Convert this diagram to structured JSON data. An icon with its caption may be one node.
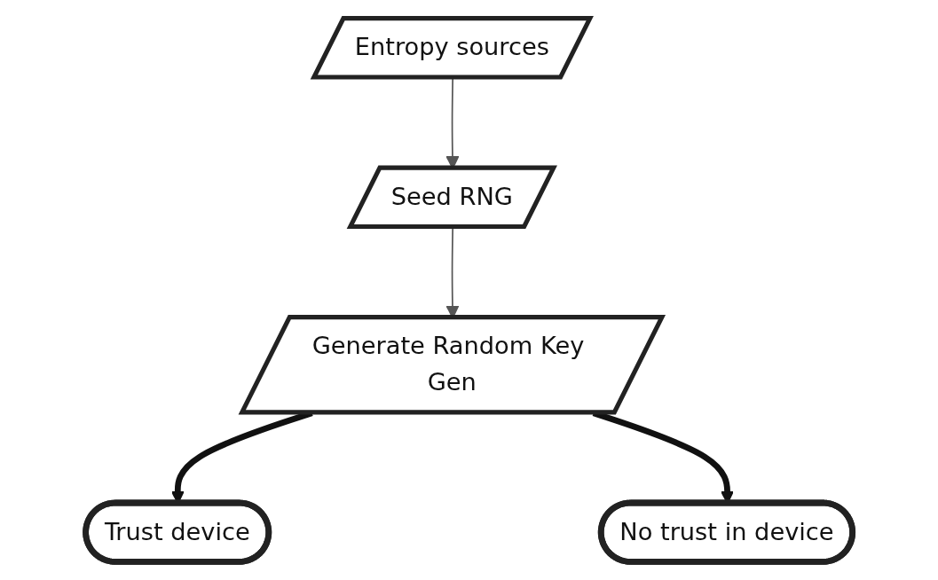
{
  "diagram": {
    "nodes": [
      {
        "text": [
          "Entropy sources"
        ]
      },
      {
        "text": [
          "Seed RNG"
        ]
      },
      {
        "text": [
          "Generate Random Key Gen"
        ]
      },
      {
        "text": [
          "Trust device"
        ]
      },
      {
        "text": [
          "No trust in device"
        ]
      }
    ],
    "edges": [
      {
        "from": 0,
        "to": 1,
        "arrow": "to"
      },
      {
        "from": 1,
        "to": 2,
        "arrow": "to"
      },
      {
        "from": 2,
        "to": 3,
        "arrow": "to",
        "style": "thick",
        "color": "#111111"
      },
      {
        "from": 2,
        "to": 4,
        "arrow": "to",
        "style": "thick",
        "color": "#111111"
      }
    ]
  }
}
